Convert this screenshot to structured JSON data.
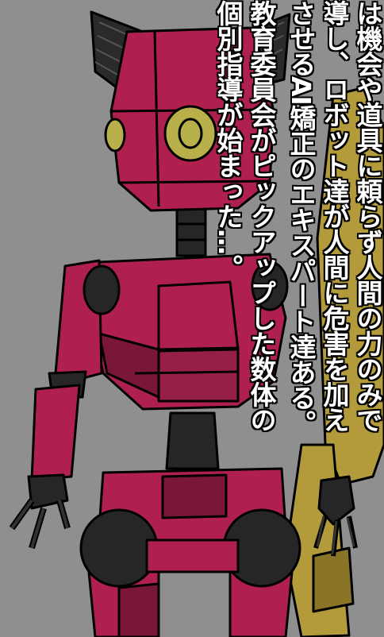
{
  "colors": {
    "background": "#8f8f8f",
    "robot_body": "#b0204f",
    "robot_shadow": "#7a1638",
    "robot_joint": "#262626",
    "eye": "#b8b04a",
    "second_robot": "#b39a3a",
    "caption_text": "#ffffff",
    "caption_outline": "#000000"
  },
  "caption_right": {
    "lines": [
      "は機会や道具に頼らず人間の力のみで",
      "導し、ロボット達が人間に危害を加え",
      "させるAI矯正のエキスパート達ある。"
    ]
  },
  "caption_left": {
    "lines": [
      "教育委員会がピックアップした数体の",
      "個別指導が始まった…。"
    ]
  },
  "icons": [
    "cat-eared-robot-illustration",
    "second-robot-arm-illustration"
  ]
}
